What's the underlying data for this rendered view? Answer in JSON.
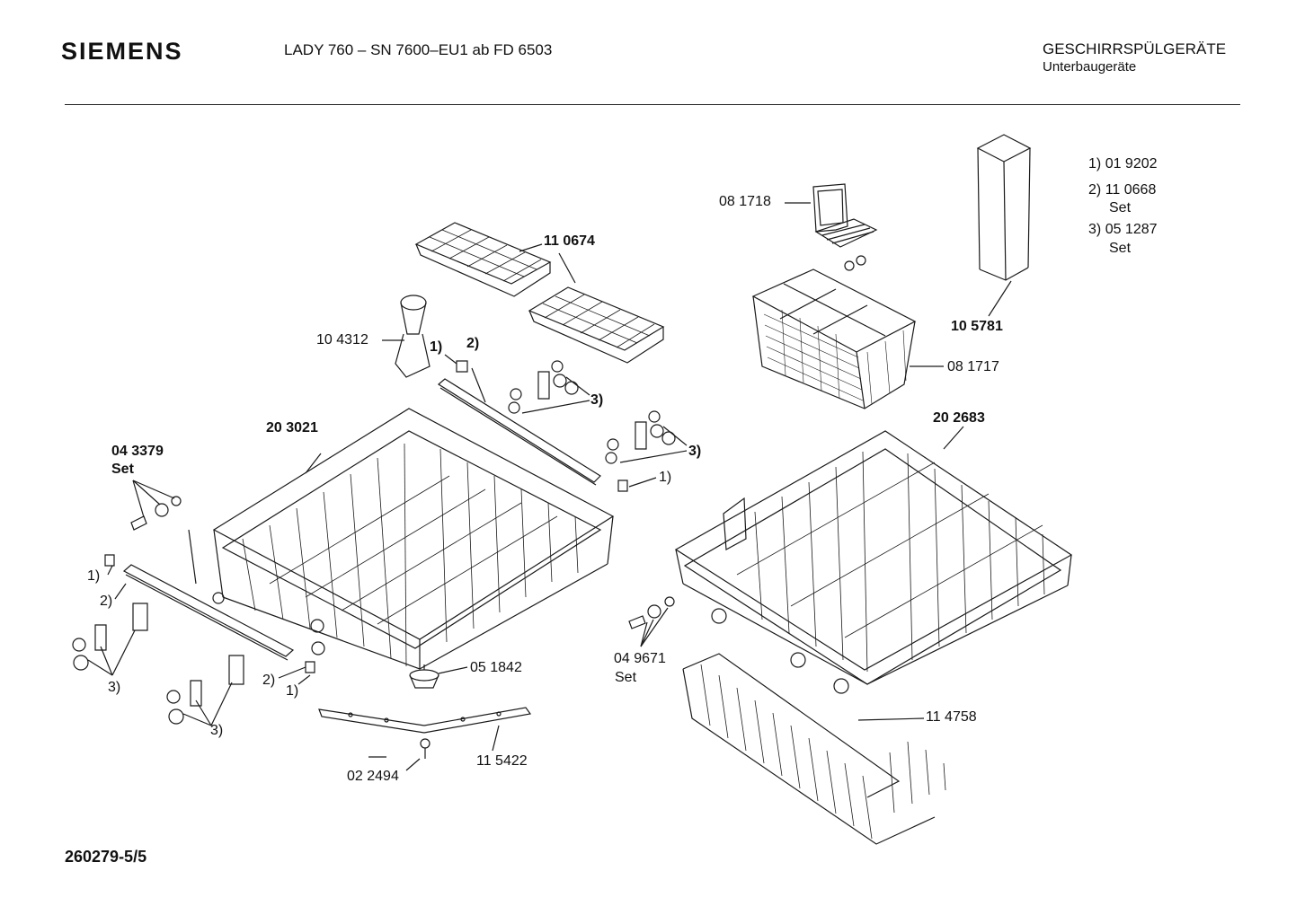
{
  "header": {
    "brand": "SIEMENS",
    "model": "LADY 760  –  SN 7600–EU1  ab FD 6503",
    "category": "GESCHIRRSPÜLGERÄTE",
    "subcategory": "Unterbaugeräte"
  },
  "legend": [
    {
      "num": "1)",
      "code": "01 9202",
      "note": ""
    },
    {
      "num": "2)",
      "code": "11 0668",
      "note": "Set"
    },
    {
      "num": "3)",
      "code": "05 1287",
      "note": "Set"
    }
  ],
  "labels": {
    "p081718": "08 1718",
    "p110674": "11 0674",
    "p105781": "10 5781",
    "p104312": "10 4312",
    "ref1_top": "1)",
    "ref2_top": "2)",
    "ref3_a": "3)",
    "ref3_b": "3)",
    "p081717": "08 1717",
    "p203021": "20 3021",
    "p202683": "20 2683",
    "p043379": "04 3379",
    "set_043379": "Set",
    "ref1_mid": "1)",
    "ref1_left": "1)",
    "ref2_left": "2)",
    "ref3_left": "3)",
    "ref3_left2": "3)",
    "ref2_bottom": "2)",
    "ref1_bottom": "1)",
    "p051842": "05 1842",
    "p049671": "04 9671",
    "set_049671": "Set",
    "p114758": "11 4758",
    "p115422": "11 5422",
    "p022494": "02 2494"
  },
  "footer": {
    "doc_number": "260279-5/5"
  }
}
